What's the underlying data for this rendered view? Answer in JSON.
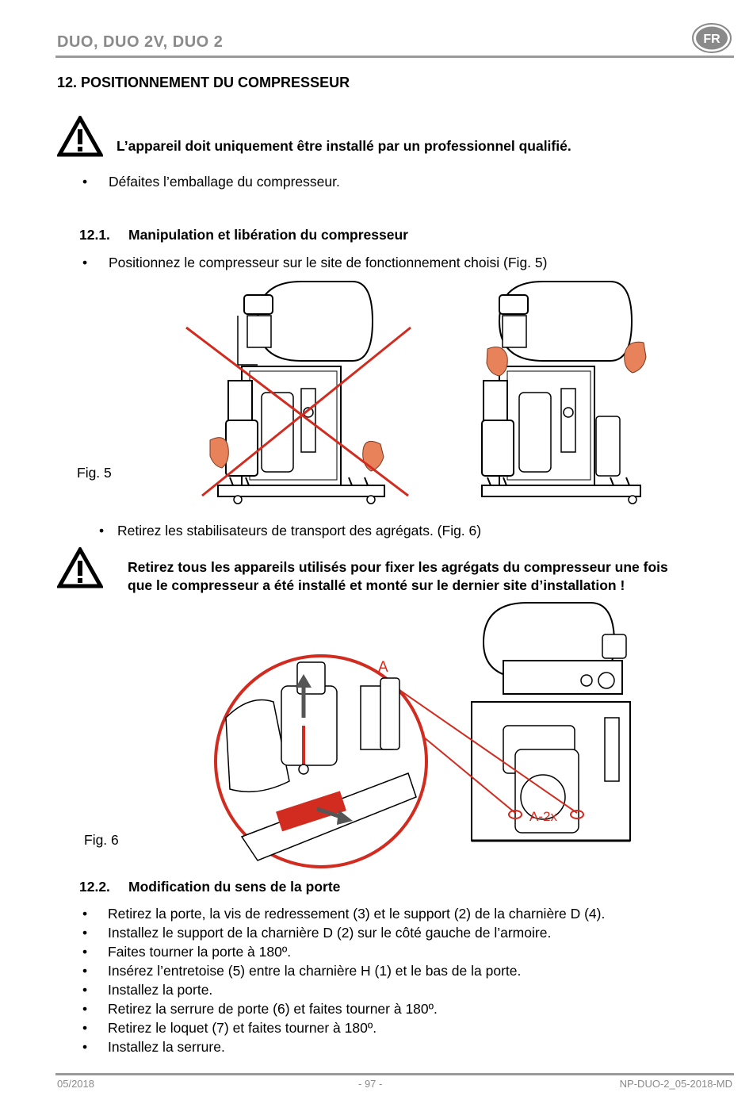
{
  "header": {
    "title": "DUO, DUO 2V, DUO 2",
    "lang_badge": "FR"
  },
  "section12": {
    "number": "12.",
    "title": "POSITIONNEMENT DU COMPRESSEUR",
    "warning": "L’appareil doit uniquement être installé par un professionnel qualifié.",
    "bullet": "Défaites l’emballage du compresseur."
  },
  "section12_1": {
    "number": "12.1.",
    "title": "Manipulation et libération du compresseur",
    "bullet1": "Positionnez le compresseur sur le site de fonctionnement choisi (Fig. 5)",
    "fig_label": "Fig. 5",
    "bullet2": "Retirez les stabilisateurs de transport des agrégats. (Fig. 6)",
    "warning_line1": "Retirez tous les appareils utilisés pour fixer les agrégats du compresseur une fois",
    "warning_line2": "que le compresseur a été installé et monté sur le dernier site d’installation !",
    "fig6_label": "Fig. 6",
    "fig6_callout_a": "A",
    "fig6_callout_a2x": "A-2x"
  },
  "section12_2": {
    "number": "12.2.",
    "title": "Modification du sens de la porte",
    "steps": [
      "Retirez la porte, la vis de redressement (3) et le support (2) de la charnière D (4).",
      "Installez le support de la charnière D (2) sur le côté gauche de l’armoire.",
      "Faites tourner la porte à 180º.",
      "Insérez l’entretoise (5) entre la charnière H (1) et le bas de la porte.",
      "Installez la porte.",
      "Retirez la serrure de porte (6) et faites tourner à 180º.",
      "Retirez le loquet (7) et faites tourner à 180º.",
      "Installez la serrure."
    ]
  },
  "footer": {
    "date": "05/2018",
    "page": "- 97 -",
    "doc_ref": "NP-DUO-2_05-2018-MD"
  },
  "colors": {
    "accent_red": "#d22b1f",
    "header_gray": "#8a8a8a",
    "skin": "#e8825a"
  }
}
